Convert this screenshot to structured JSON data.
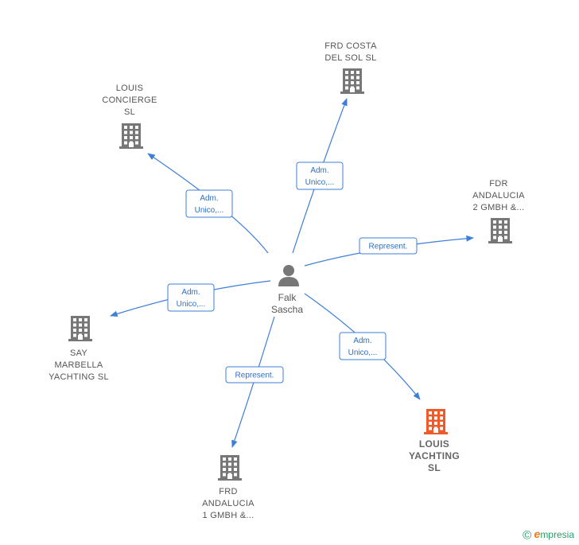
{
  "center": {
    "name_lines": [
      "Falk",
      "Sascha"
    ],
    "icon": "person-icon"
  },
  "companies": [
    {
      "id": "louis-concierge",
      "label_lines": [
        "LOUIS",
        "CONCIERGE",
        "SL"
      ],
      "icon": "building-icon",
      "highlight": false
    },
    {
      "id": "frd-costa-del-sol",
      "label_lines": [
        "FRD COSTA",
        "DEL SOL  SL"
      ],
      "icon": "building-icon",
      "highlight": false
    },
    {
      "id": "fdr-andalucia-2",
      "label_lines": [
        "FDR",
        "ANDALUCIA",
        "2 GMBH &..."
      ],
      "icon": "building-icon",
      "highlight": false
    },
    {
      "id": "say-marbella-yachting",
      "label_lines": [
        "SAY",
        "MARBELLA",
        "YACHTING  SL"
      ],
      "icon": "building-icon",
      "highlight": false
    },
    {
      "id": "frd-andalucia-1",
      "label_lines": [
        "FRD",
        "ANDALUCIA",
        "1 GMBH &..."
      ],
      "icon": "building-icon",
      "highlight": false
    },
    {
      "id": "louis-yachting",
      "label_lines": [
        "LOUIS",
        "YACHTING",
        "SL"
      ],
      "icon": "building-icon",
      "highlight": true
    }
  ],
  "edges": [
    {
      "target": "louis-concierge",
      "label_lines": [
        "Adm.",
        "Unico,..."
      ]
    },
    {
      "target": "frd-costa-del-sol",
      "label_lines": [
        "Adm.",
        "Unico,..."
      ]
    },
    {
      "target": "fdr-andalucia-2",
      "label_lines": [
        "Represent."
      ]
    },
    {
      "target": "say-marbella-yachting",
      "label_lines": [
        "Adm.",
        "Unico,..."
      ]
    },
    {
      "target": "frd-andalucia-1",
      "label_lines": [
        "Represent."
      ]
    },
    {
      "target": "louis-yachting",
      "label_lines": [
        "Adm.",
        "Unico,..."
      ]
    }
  ],
  "colors": {
    "edge": "#3d7fd6",
    "building": "#777777",
    "building_highlight": "#f05a28",
    "person": "#777777"
  },
  "footer": {
    "copyright_symbol": "©",
    "brand_initial": "e",
    "brand_rest": "mpresia"
  }
}
